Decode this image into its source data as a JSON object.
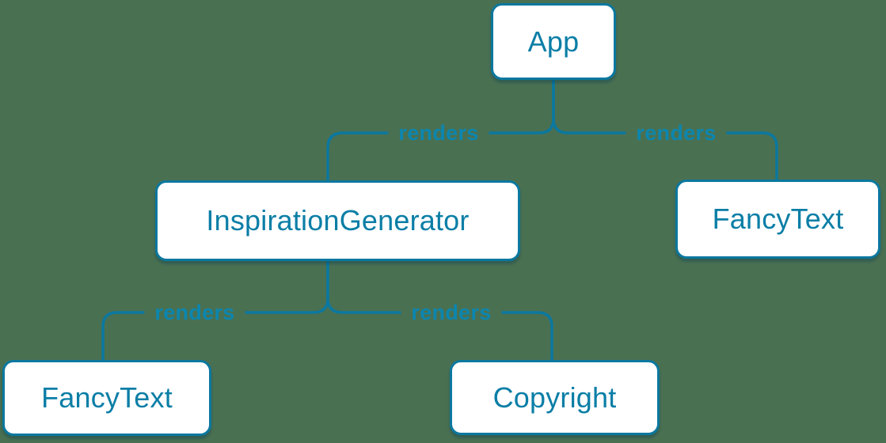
{
  "diagram": {
    "nodes": [
      {
        "id": "app",
        "label": "App"
      },
      {
        "id": "inspiration-generator",
        "label": "InspirationGenerator"
      },
      {
        "id": "fancy-text-top",
        "label": "FancyText"
      },
      {
        "id": "fancy-text-bottom",
        "label": "FancyText"
      },
      {
        "id": "copyright",
        "label": "Copyright"
      }
    ],
    "edges": [
      {
        "from": "App",
        "to": "InspirationGenerator",
        "label": "renders"
      },
      {
        "from": "App",
        "to": "FancyText",
        "label": "renders"
      },
      {
        "from": "InspirationGenerator",
        "to": "FancyText",
        "label": "renders"
      },
      {
        "from": "InspirationGenerator",
        "to": "Copyright",
        "label": "renders"
      }
    ],
    "colors": {
      "background": "#4a7052",
      "connector": "#0b789f",
      "node_fill": "#ffffff",
      "node_border": "#0b789f",
      "node_text": "#0a7ea6",
      "edge_label_text": "#0c86ae"
    }
  }
}
